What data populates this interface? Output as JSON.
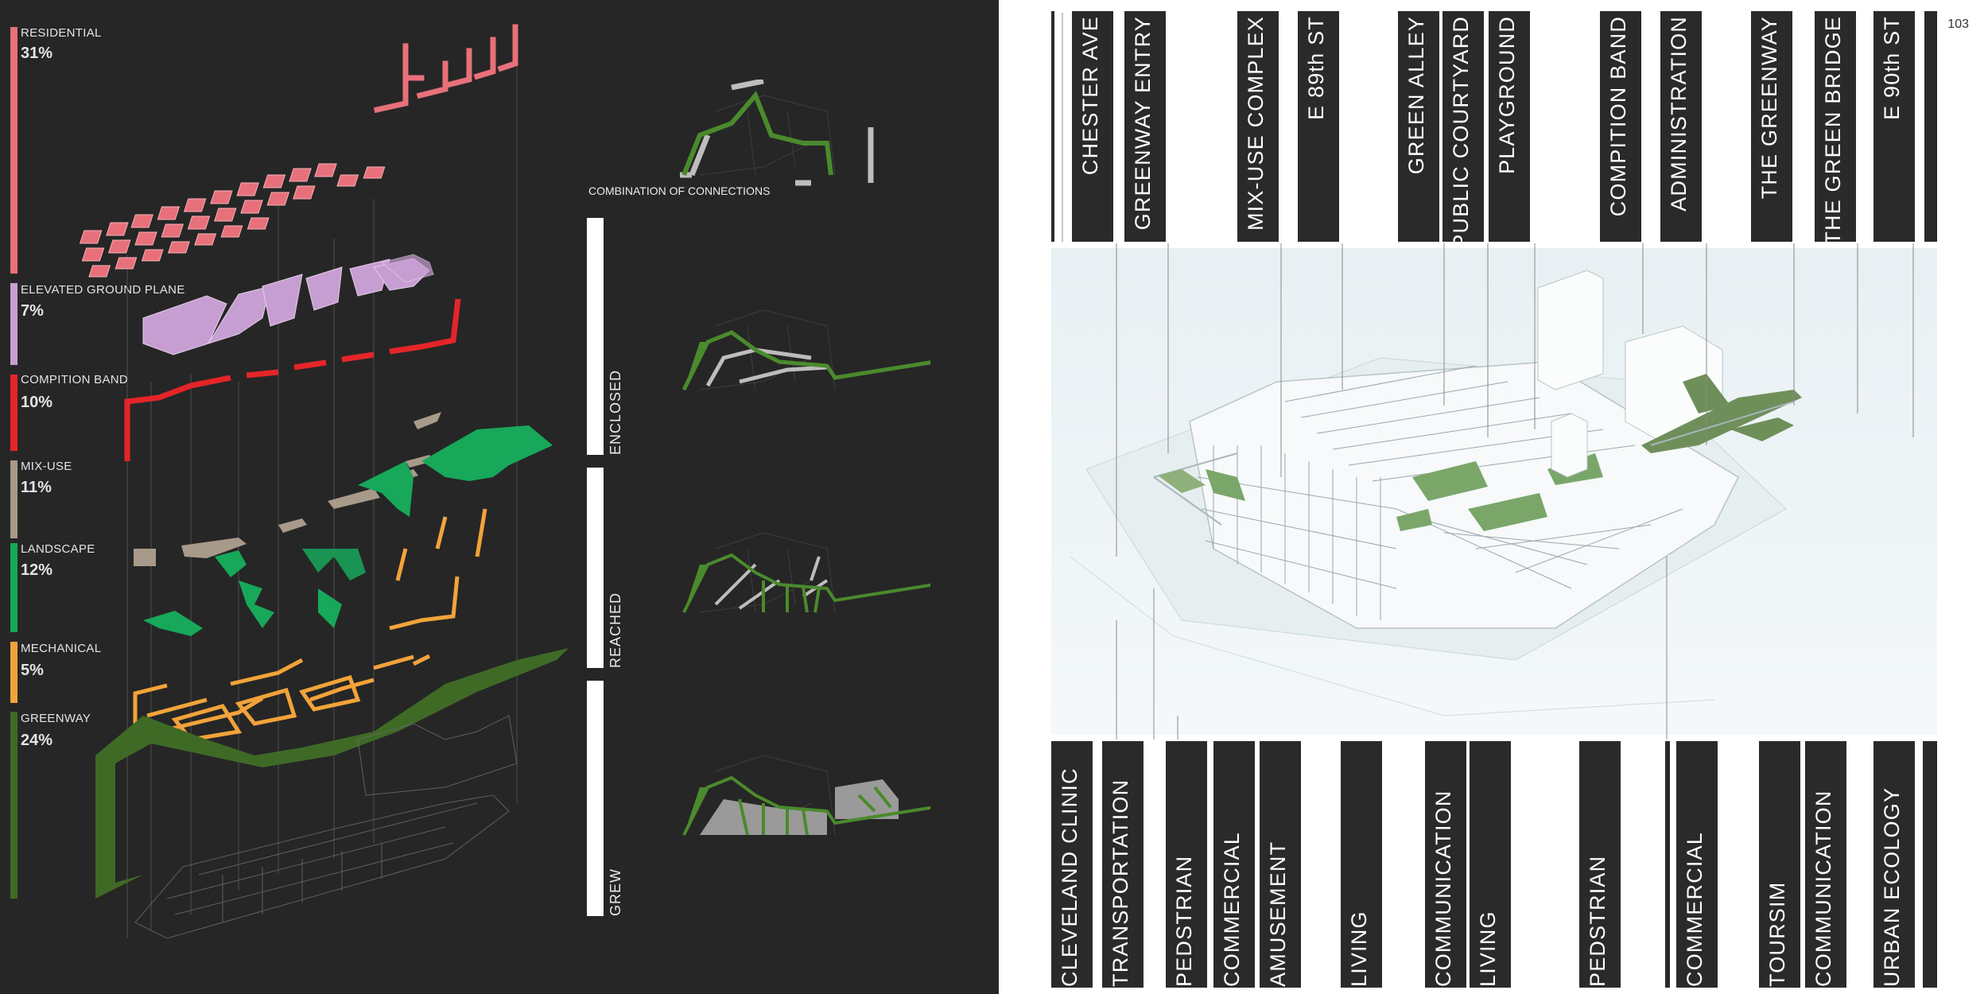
{
  "legend": [
    {
      "name": "RESIDENTIAL",
      "percent": "31%",
      "color": "#e8707a"
    },
    {
      "name": "ELEVATED GROUND PLANE",
      "percent": "7%",
      "color": "#c79ed2"
    },
    {
      "name": "COMPITION BAND",
      "percent": "10%",
      "color": "#e52528"
    },
    {
      "name": "MIX-USE",
      "percent": "11%",
      "color": "#a89a8a"
    },
    {
      "name": "LANDSCAPE",
      "percent": "12%",
      "color": "#17a85a"
    },
    {
      "name": "MECHANICAL",
      "percent": "5%",
      "color": "#f2a33a"
    },
    {
      "name": "GREENWAY",
      "percent": "24%",
      "color": "#3e6a26"
    }
  ],
  "connections": {
    "caption": "COMBINATION OF CONNECTIONS",
    "labels": [
      "ENCLOSED",
      "REACHED",
      "GREW"
    ]
  },
  "top_tags": [
    "CHESTER AVE",
    "GREENWAY ENTRY",
    "MIX-USE COMPLEX",
    "E 89th ST",
    "GREEN ALLEY",
    "PUBLIC COURTYARD",
    "PLAYGROUND",
    "COMPITION BAND",
    "ADMINISTRATION",
    "THE GREENWAY",
    "THE GREEN BRIDGE",
    "E 90th ST"
  ],
  "bottom_tags": [
    "CLEVELAND CLINIC",
    "TRANSPORTATION",
    "PEDSTRIAN",
    "COMMERCIAL",
    "AMUSEMENT",
    "LIVING",
    "COMMUNICATION",
    "LIVING",
    "PEDSTRIAN",
    "COMMERCIAL",
    "TOURSIM",
    "COMMUNICATION",
    "URBAN ECOLOGY"
  ],
  "page_number": "103",
  "colors": {
    "background_dark": "#262626",
    "tag_dark": "#2a2a2a",
    "connection_green": "#4a8a2c",
    "connection_gray": "#bdbdbd"
  }
}
